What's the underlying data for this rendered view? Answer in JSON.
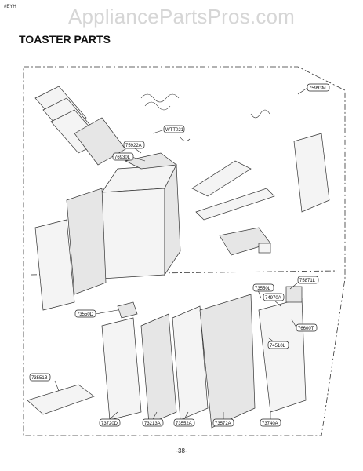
{
  "watermark": "AppliancePartsPros.com",
  "corner_mark": "#EYH",
  "title": "TOASTER PARTS",
  "page_number": "-38-",
  "part_labels": [
    "75993M",
    "WTT021",
    "75922A",
    "76930L",
    "73550L",
    "75871L",
    "74970A",
    "73550D",
    "74510L",
    "76600T",
    "73551B",
    "73720D",
    "73213A",
    "73552A",
    "73572A",
    "73740A"
  ]
}
